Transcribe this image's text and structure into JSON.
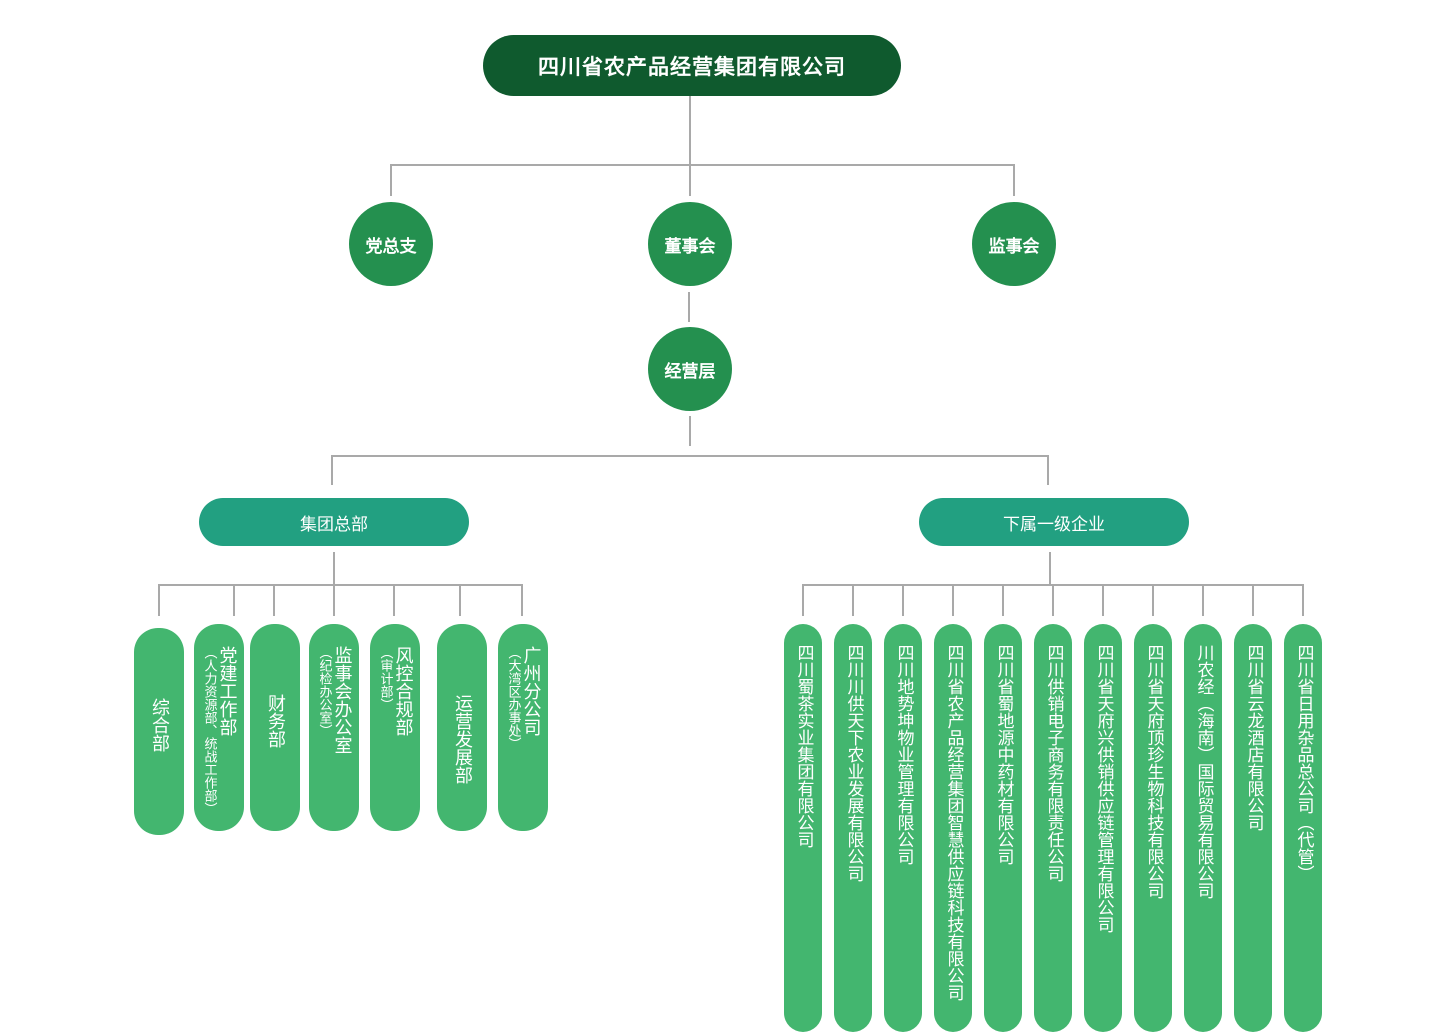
{
  "root": "四川省农产品经营集团有限公司",
  "level1": [
    "党总支",
    "董事会",
    "监事会"
  ],
  "management": "经营层",
  "branches": {
    "hq": "集团总部",
    "subsidiaries": "下属一级企业"
  },
  "departments": [
    {
      "name": "综合部",
      "note": ""
    },
    {
      "name": "党建工作部",
      "note": "（人力资源部、统战工作部）"
    },
    {
      "name": "财务部",
      "note": ""
    },
    {
      "name": "监事会办公室",
      "note": "（纪检办公室）"
    },
    {
      "name": "风控合规部",
      "note": "（审计部）"
    },
    {
      "name": "运营发展部",
      "note": ""
    },
    {
      "name": "广州分公司",
      "note": "（大湾区办事处）"
    }
  ],
  "companies": [
    "四川蜀茶实业集团有限公司",
    "四川川供天下农业发展有限公司",
    "四川地势坤物业管理有限公司",
    "四川省农产品经营集团智慧供应链科技有限公司",
    "四川省蜀地源中药材有限公司",
    "四川供销电子商务有限责任公司",
    "四川省天府兴供销供应链管理有限公司",
    "四川省天府顶珍生物科技有限公司",
    "川农经（海南）国际贸易有限公司",
    "四川省云龙酒店有限公司",
    "四川省日用杂品总公司（代管）"
  ],
  "colors": {
    "root": "#0f5a2e",
    "circle": "#24904f",
    "branch": "#22a081",
    "leaf": "#43b66f",
    "connector": "#a9a9a9"
  }
}
